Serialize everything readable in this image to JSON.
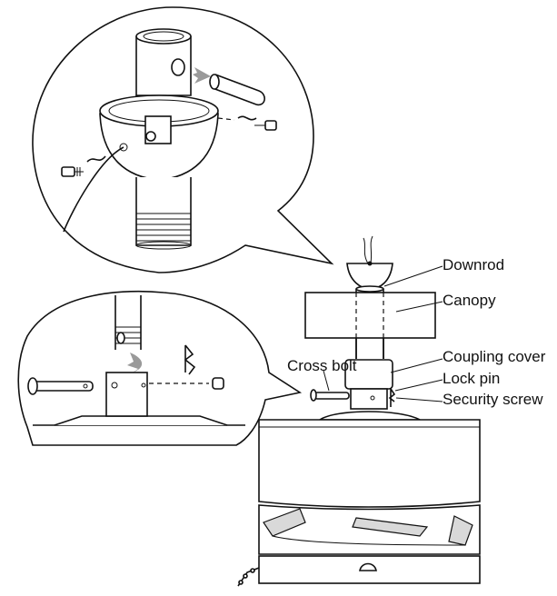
{
  "labels": {
    "downrod": "Downrod",
    "canopy": "Canopy",
    "coupling_cover": "Coupling cover",
    "lock_pin": "Lock pin",
    "security_screw": "Security screw",
    "cross_bolt": "Cross bolt"
  }
}
